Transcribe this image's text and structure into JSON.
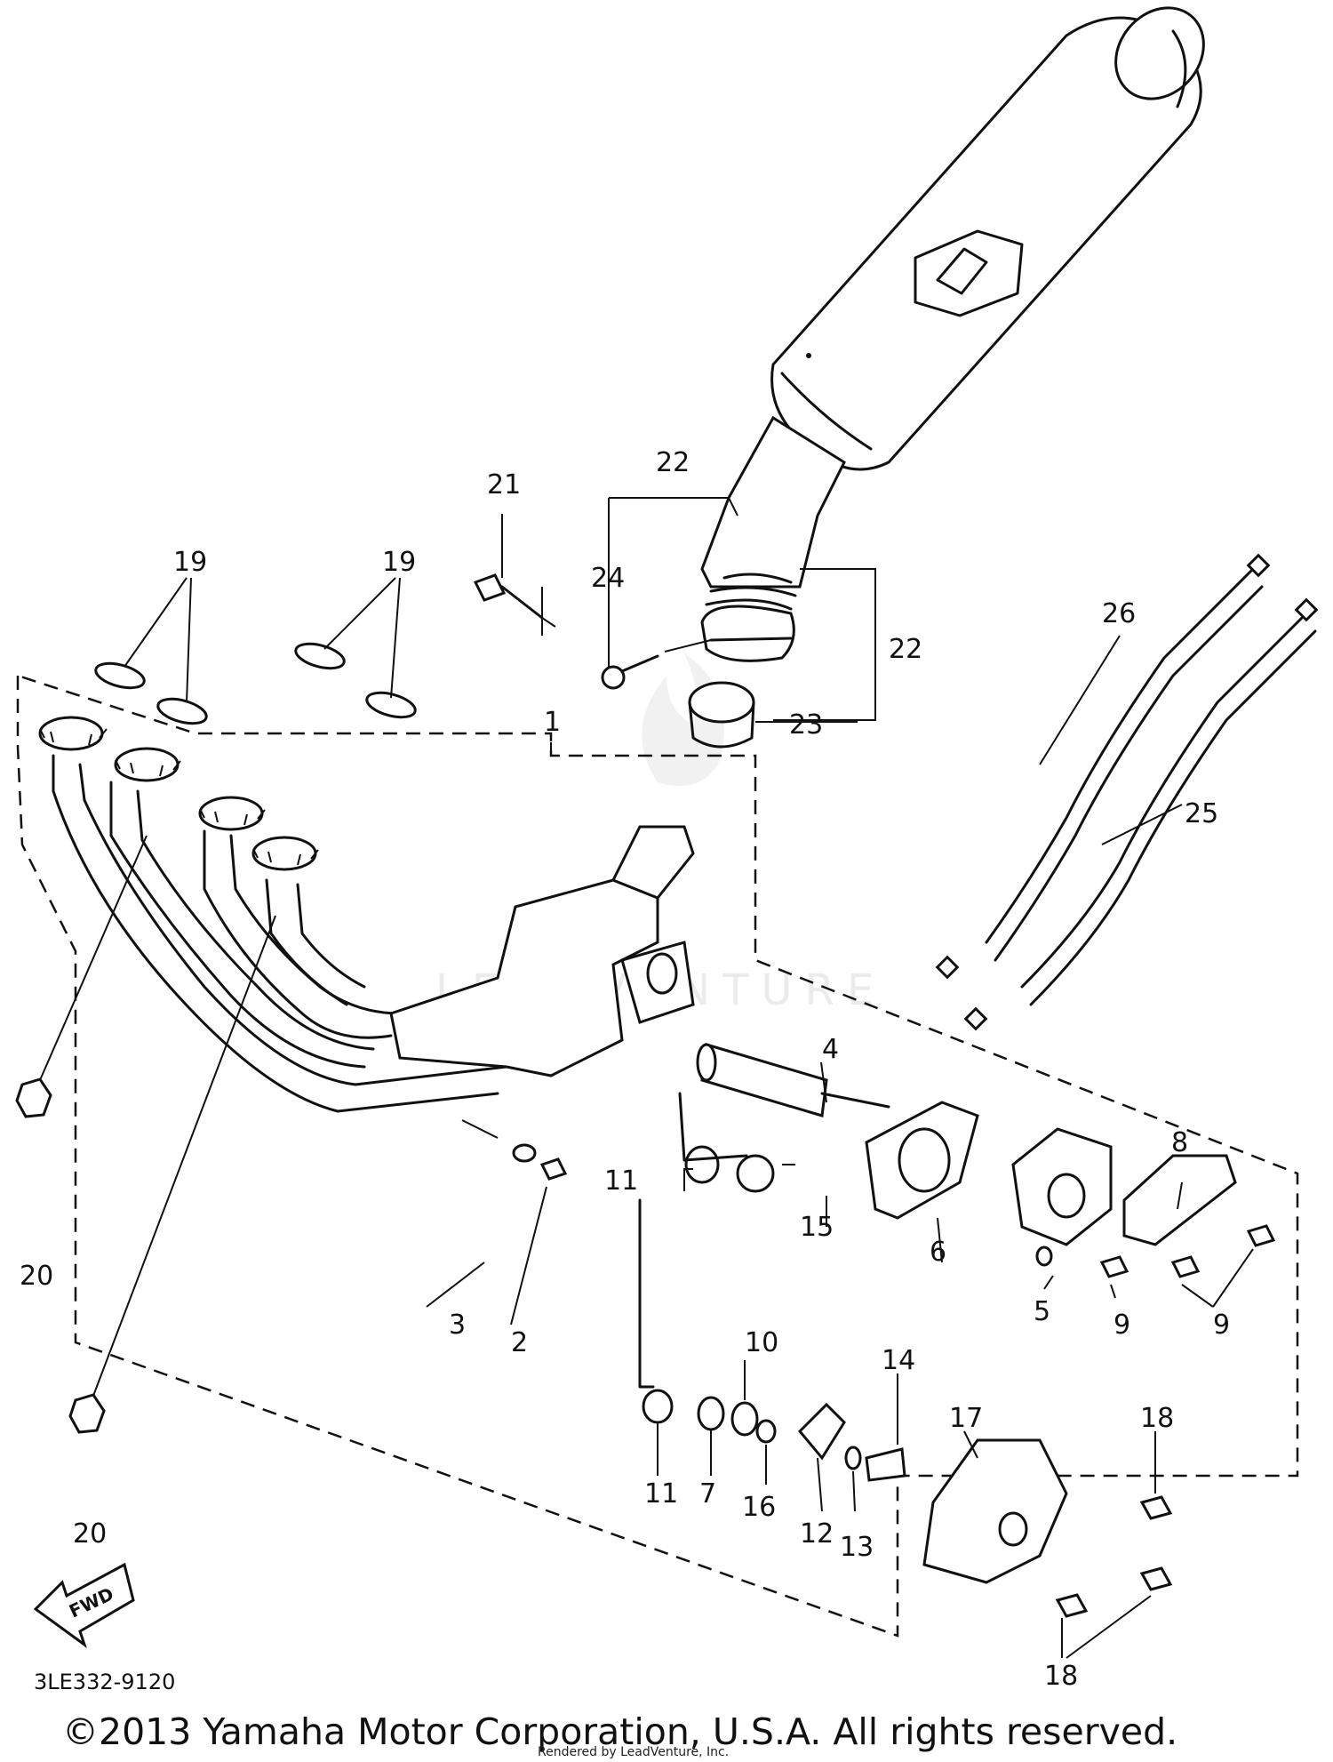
{
  "diagram": {
    "code": "3LE332-9120",
    "fwd_label": "FWD",
    "copyright": "©2013 Yamaha Motor Corporation, U.S.A. All rights reserved.",
    "rendered_by": "Rendered by LeadVenture, Inc.",
    "watermark": "LEADVENTURE",
    "callouts": {
      "c1": "1",
      "c2": "2",
      "c3": "3",
      "c4": "4",
      "c5": "5",
      "c6": "6",
      "c7": "7",
      "c8": "8",
      "c9a": "9",
      "c9b": "9",
      "c10": "10",
      "c11a": "11",
      "c11b": "11",
      "c12": "12",
      "c13": "13",
      "c14": "14",
      "c15": "15",
      "c16": "16",
      "c17": "17",
      "c18a": "18",
      "c18b": "18",
      "c19a": "19",
      "c19b": "19",
      "c20a": "20",
      "c20b": "20",
      "c21": "21",
      "c22a": "22",
      "c22b": "22",
      "c23": "23",
      "c24": "24",
      "c25": "25",
      "c26": "26"
    }
  }
}
